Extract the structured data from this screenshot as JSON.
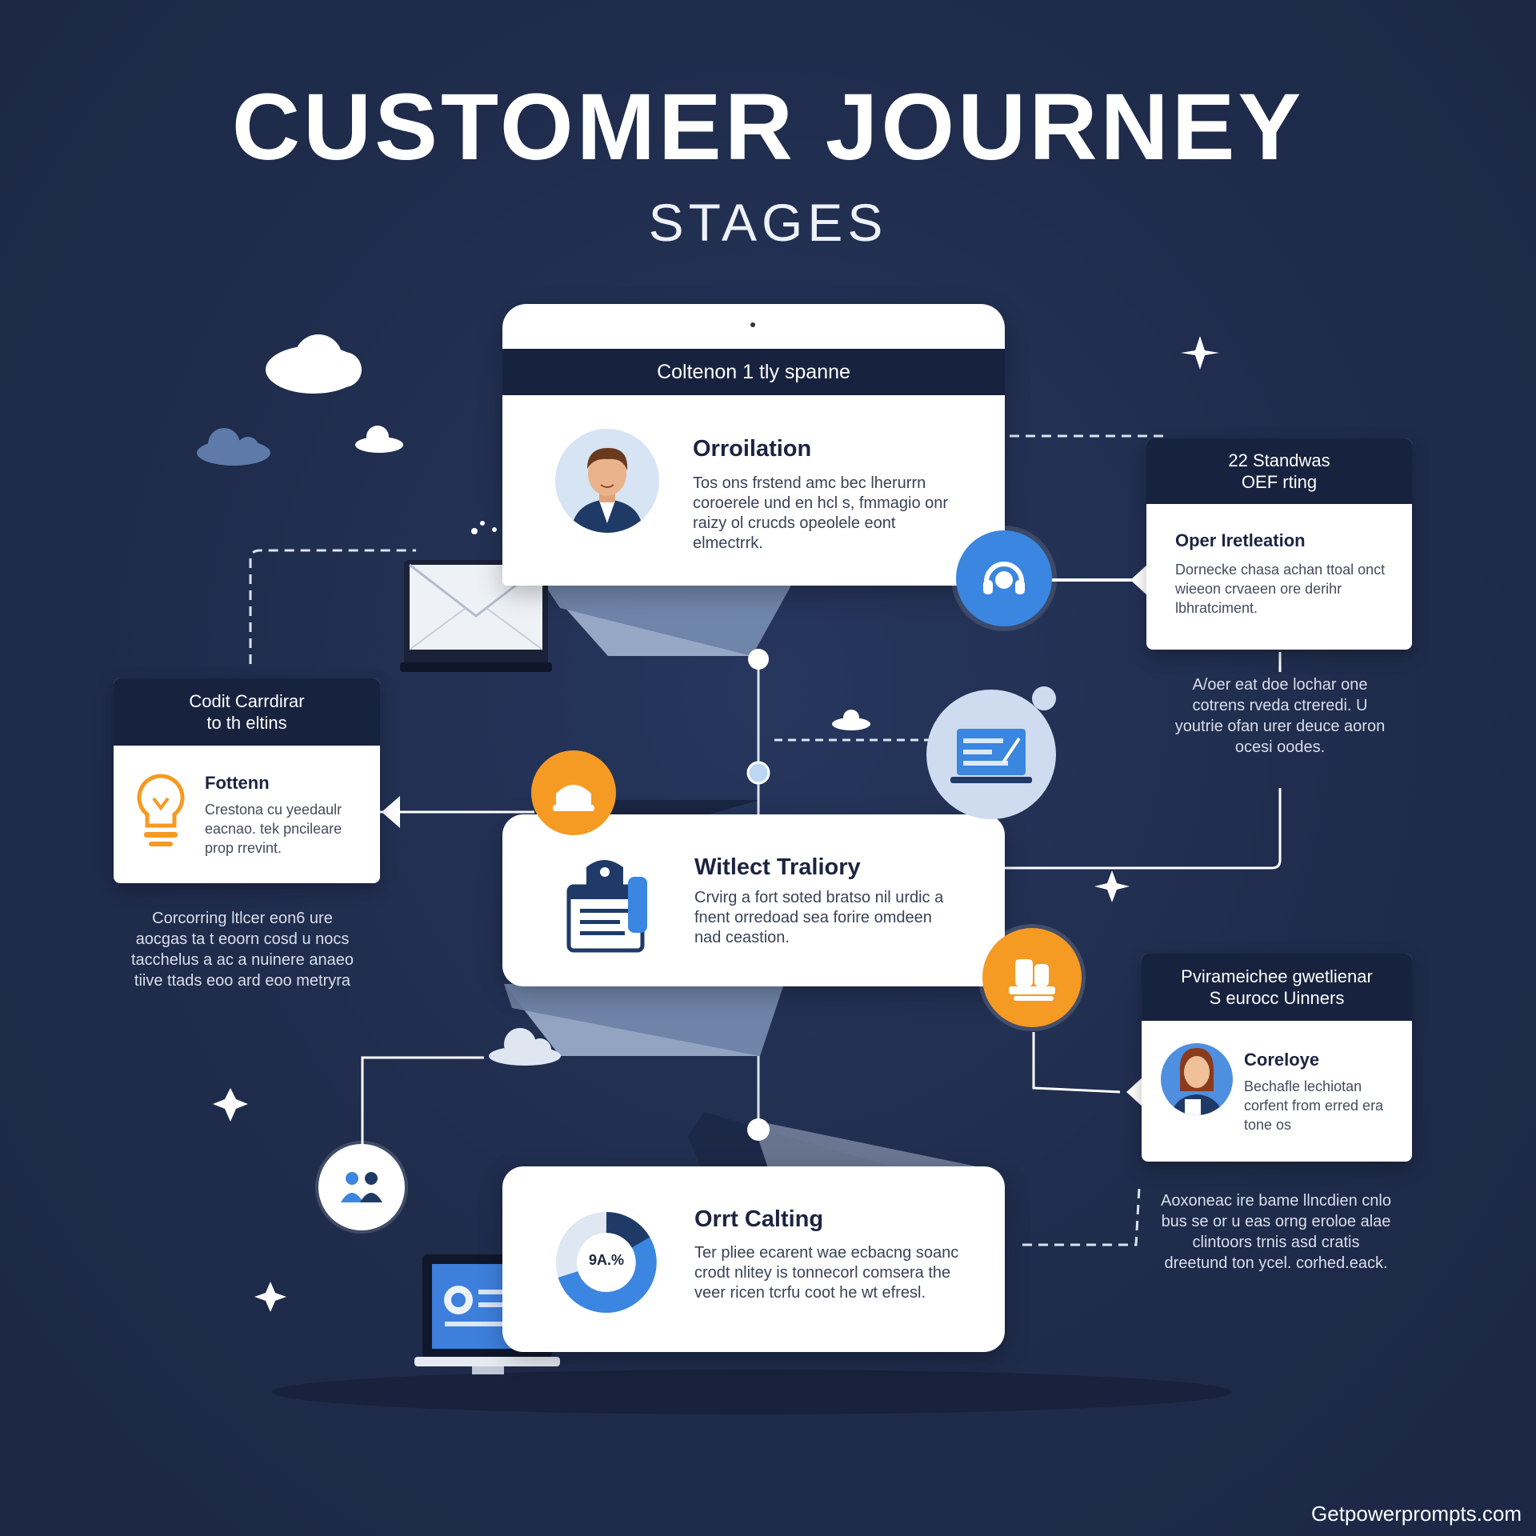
{
  "header": {
    "title": "CUSTOMER JOURNEY",
    "subtitle": "STAGES"
  },
  "stages": [
    {
      "banner": "Coltenon 1 tly spanne",
      "title": "Orroilation",
      "body": "Tos ons frstend amc bec lherurrn coroerele und en hcl s, fmmagio onr raizy ol crucds opeolele eont elmectrrk."
    },
    {
      "title": "Witlect Traliory",
      "body": "Crvirg a fort soted bratso nil urdic a fnent orredoad sea forire omdeen nad ceastion."
    },
    {
      "title": "Orrt Calting",
      "chart_label": "9A.%",
      "body": "Ter pliee ecarent wae ecbacng soanc crodt nlitey is tonnecorl comsera the veer ricen tcrfu coot he wt efresl."
    }
  ],
  "side_cards": [
    {
      "head": "22 Standwas\nOEF rting",
      "title": "Oper Iretleation",
      "body": "Dornecke chasa achan ttoal onct wieeon crvaeen ore derihr lbhratciment."
    },
    {
      "head": "Codit Carrdirar\nto th eltins",
      "title": "Fottenn",
      "body": "Crestona cu yeedaulr eacnao. tek pncileare prop rrevint."
    },
    {
      "head": "Pvirameichee gwetlienar\nS eurocc Uinners",
      "title": "Coreloye",
      "body": "Bechafle lechiotan corfent from erred era tone os"
    }
  ],
  "notes": {
    "right_top": "A/oer eat doe lochar one cotrens rveda ctreredi. U youtrie ofan urer deuce aoron ocesi oodes.",
    "left_mid": "Corcorring ltlcer eon6 ure aocgas ta t eoorn cosd u nocs tacchelus a ac a nuinere anaeo tiive ttads eoo ard eoo metryra",
    "right_bottom": "Aoxoneac ire bame llncdien cnlo bus se or u eas orng eroloe alae clintoors trnis asd cratis dreetund ton ycel. corhed.eack."
  },
  "watermark": "Getpowerprompts.com",
  "colors": {
    "background": "#1f2c4c",
    "navy": "#17223f",
    "card": "#ffffff",
    "blue_accent": "#3a86e0",
    "orange_accent": "#f59a23"
  }
}
